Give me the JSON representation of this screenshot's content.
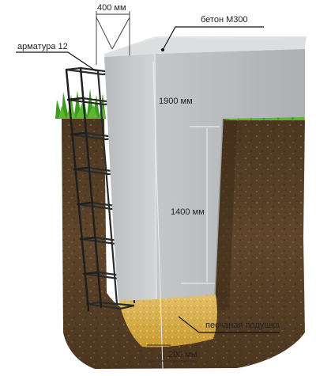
{
  "labels": {
    "width_top": "400 мм",
    "concrete": "бетон М300",
    "rebar": "арматура 12",
    "height_total": "1900 мм",
    "height_depth": "1400 мм",
    "sand_cushion": "песчаная подушка",
    "sand_thickness": "200 мм"
  },
  "colors": {
    "concrete": "#c9cbcc",
    "soil": "#5a4128",
    "sand": "#d9b24e",
    "grass": "#3f9a24",
    "rebar": "#2b2b2b"
  }
}
